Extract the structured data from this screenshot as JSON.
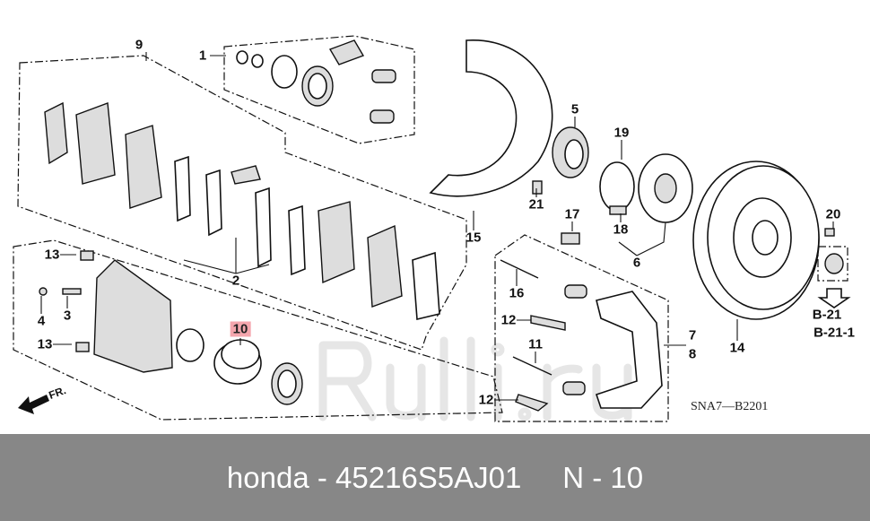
{
  "diagram": {
    "callouts": {
      "c1": "1",
      "c2": "2",
      "c3": "3",
      "c4": "4",
      "c5": "5",
      "c6": "6",
      "c7": "7",
      "c8": "8",
      "c9": "9",
      "c10": "10",
      "c11": "11",
      "c12a": "12",
      "c12b": "12",
      "c13a": "13",
      "c13b": "13",
      "c14": "14",
      "c15": "15",
      "c16": "16",
      "c17": "17",
      "c18": "18",
      "c19": "19",
      "c20": "20",
      "c21": "21"
    },
    "refs": [
      "B-21",
      "B-21-1"
    ],
    "front_marker": "FR.",
    "drawing_code": "SNA7—B2201",
    "highlighted_part": "10",
    "highlight_color": "#f4a6ad",
    "watermark": "Rulli.ru"
  },
  "footer": {
    "text": "honda - 45216S5AJ01     N - 10",
    "background": "#878787"
  }
}
